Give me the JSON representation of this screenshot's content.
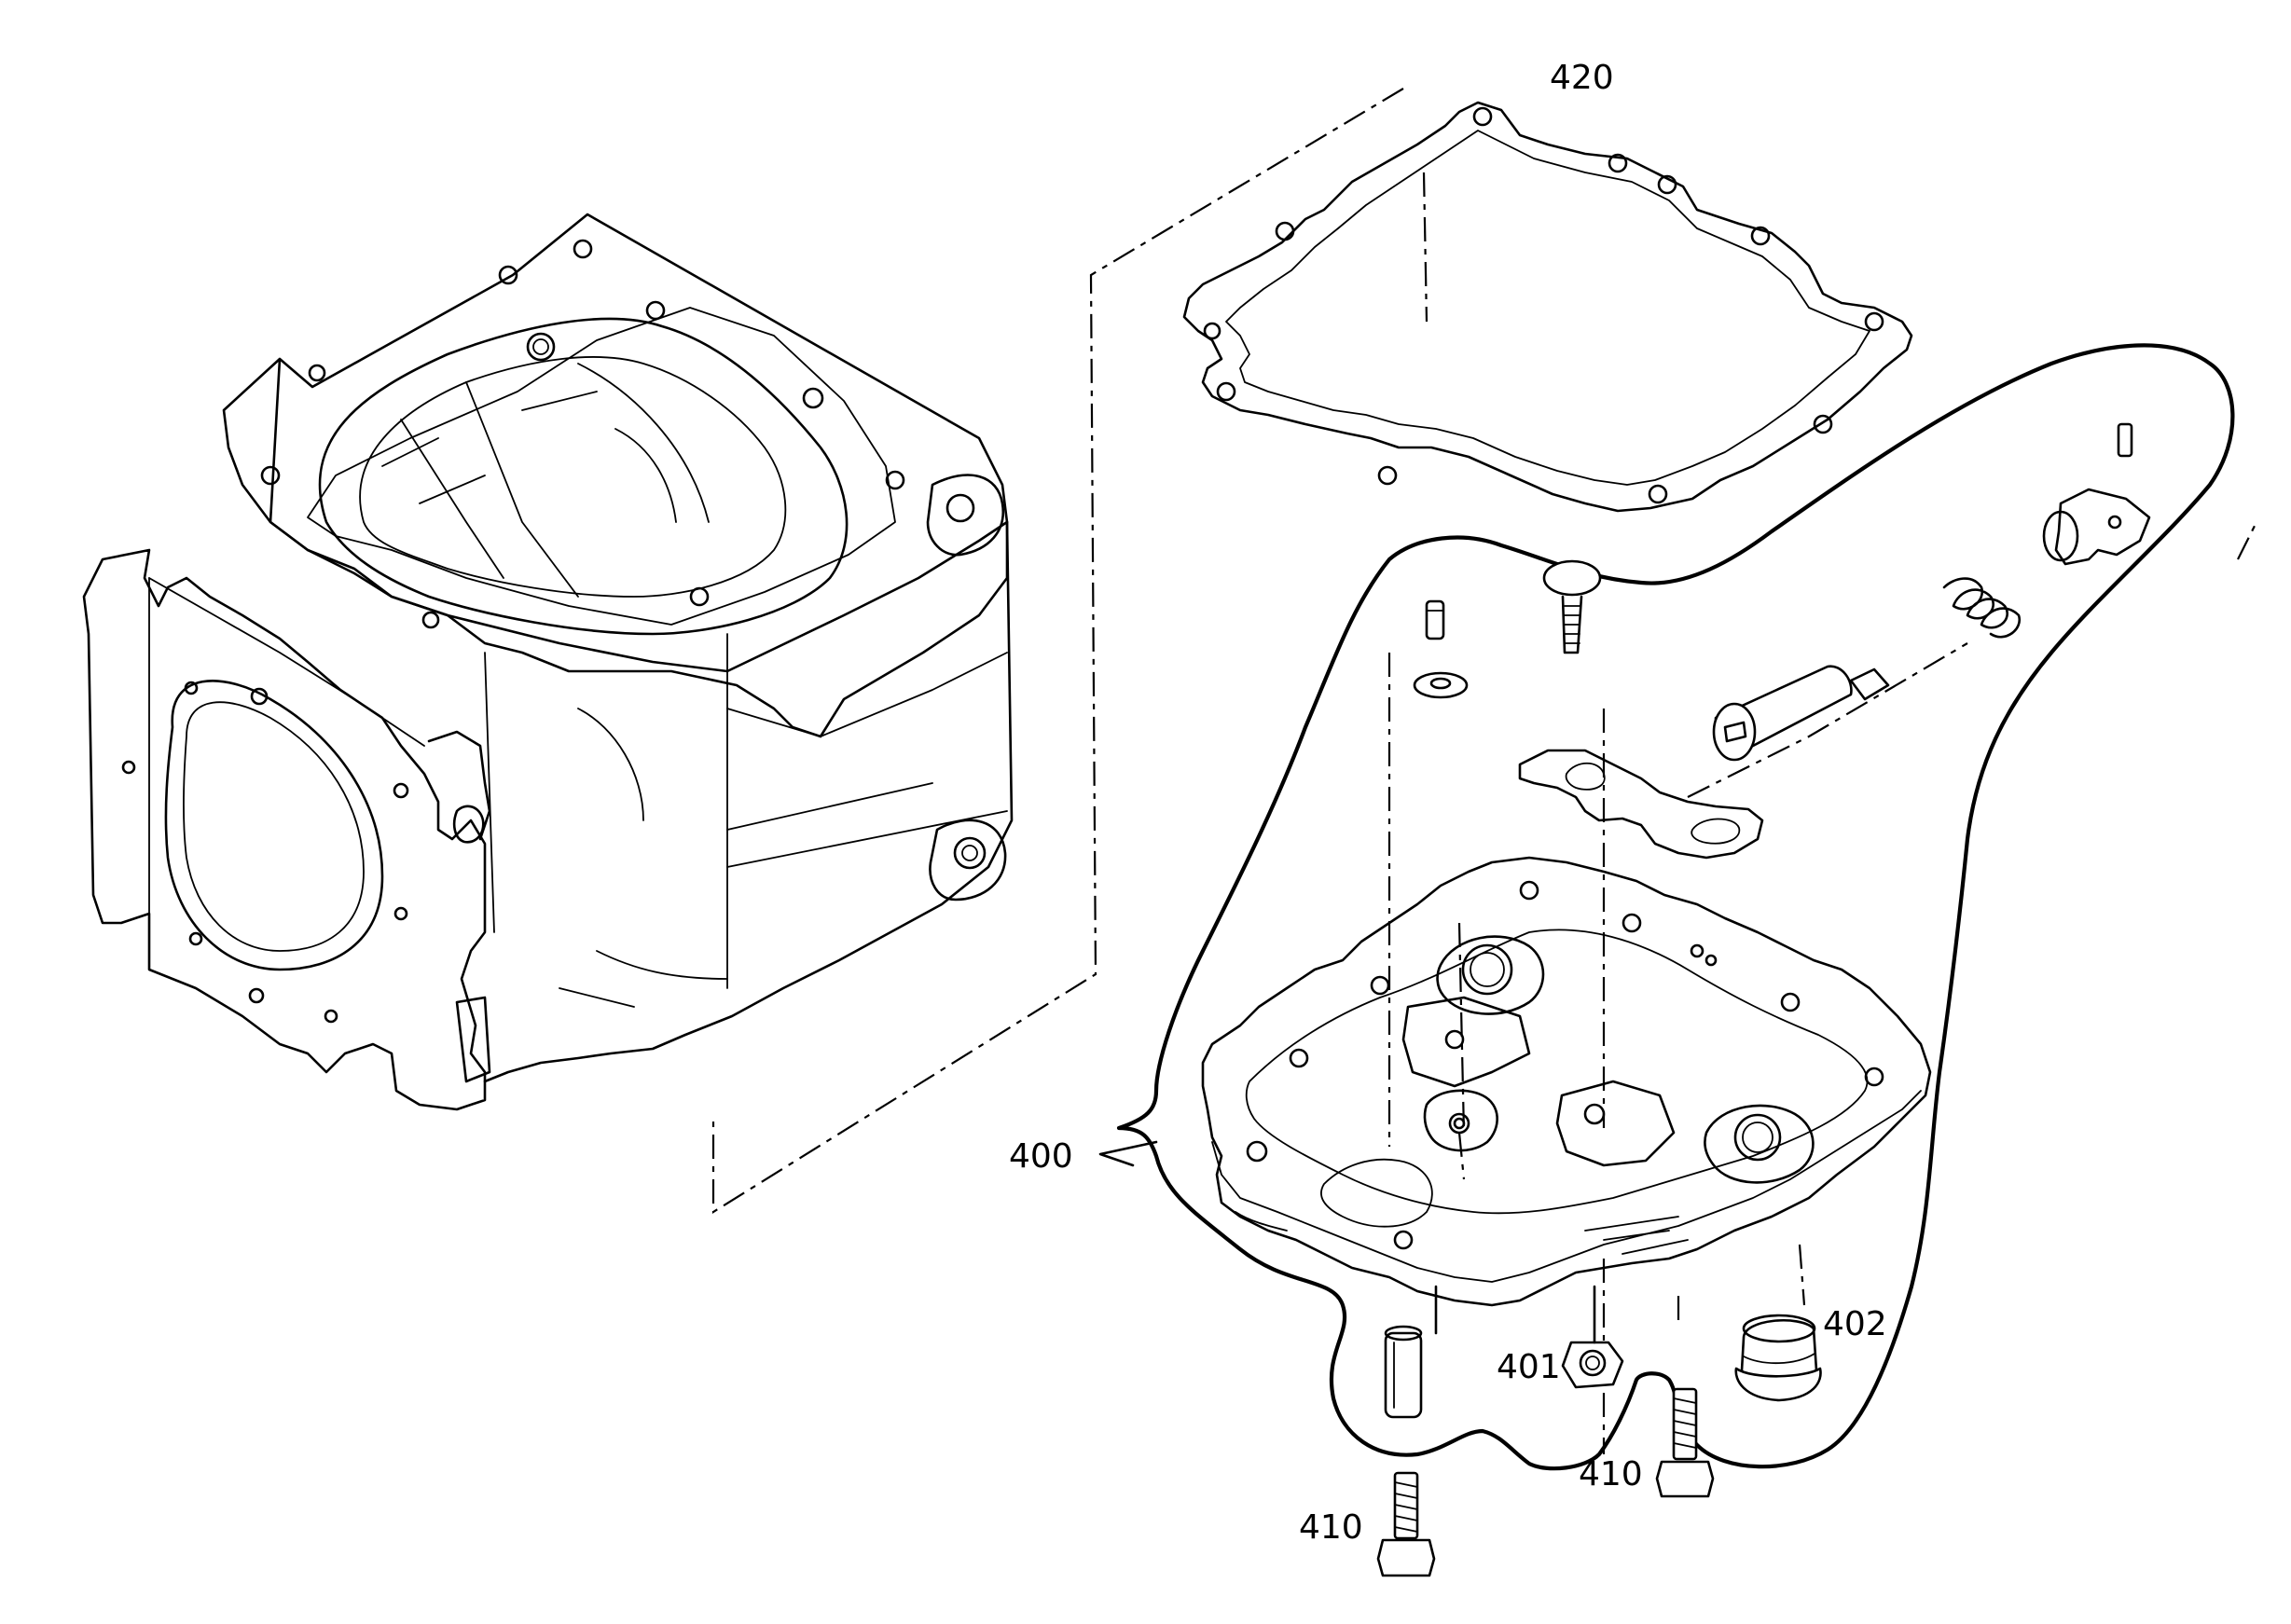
{
  "callouts": {
    "gasket": "420",
    "assembly": "400",
    "nut": "401",
    "plug": "402",
    "bolt_left": "410",
    "bolt_right": "410"
  }
}
